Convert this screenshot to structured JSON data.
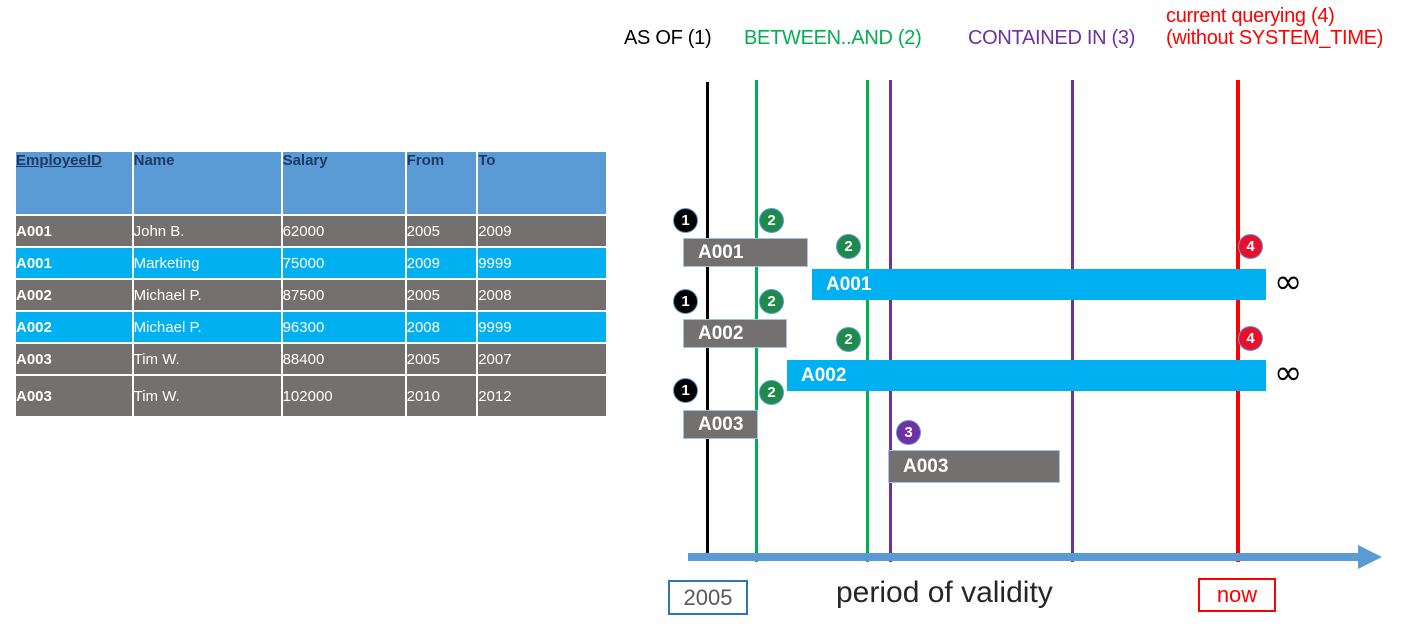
{
  "table": {
    "name": "employee-temporal-table",
    "columns": [
      "EmployeeID",
      "Name",
      "Salary",
      "From",
      "To"
    ],
    "rows": [
      {
        "style": "gray",
        "cells": [
          "A001",
          "John  B.",
          "62000",
          "2005",
          "2009"
        ]
      },
      {
        "style": "cyan",
        "cells": [
          "A001",
          "Marketing",
          "75000",
          "2009",
          "9999"
        ]
      },
      {
        "style": "gray",
        "cells": [
          "A002",
          "Michael P.",
          "87500",
          "2005",
          "2008"
        ]
      },
      {
        "style": "cyan",
        "cells": [
          "A002",
          "Michael P.",
          "96300",
          "2008",
          "9999"
        ]
      },
      {
        "style": "gray",
        "cells": [
          "A003",
          "Tim W.",
          "88400",
          "2005",
          "2007"
        ]
      },
      {
        "style": "gray",
        "cells": [
          "A003",
          "Tim W.",
          "102000",
          "2010",
          "2012"
        ]
      }
    ],
    "header_bg": "#5B9BD5",
    "header_fg": "#1F3864",
    "row_gray_bg": "#757070",
    "row_cyan_bg": "#00B0F0"
  },
  "legend": {
    "as_of": "AS OF (1)",
    "between_and": "BETWEEN..AND (2)",
    "contained_in": "CONTAINED IN (3)",
    "current_querying_line1": "current querying (4)",
    "current_querying_line2": "(without SYSTEM_TIME)",
    "colors": {
      "as_of": "#000000",
      "between_and": "#00B050",
      "contained_in": "#7030A0",
      "current_querying": "#FF0000"
    }
  },
  "timeline": {
    "bars": [
      {
        "label": "A001",
        "style": "gray"
      },
      {
        "label": "A001",
        "style": "cyan"
      },
      {
        "label": "A002",
        "style": "gray"
      },
      {
        "label": "A002",
        "style": "cyan"
      },
      {
        "label": "A003",
        "style": "gray"
      },
      {
        "label": "A003",
        "style": "gray"
      }
    ],
    "badges": [
      {
        "num": "1",
        "color": "black"
      },
      {
        "num": "2",
        "color": "green"
      },
      {
        "num": "2",
        "color": "green"
      },
      {
        "num": "1",
        "color": "black"
      },
      {
        "num": "2",
        "color": "green"
      },
      {
        "num": "2",
        "color": "green"
      },
      {
        "num": "1",
        "color": "black"
      },
      {
        "num": "2",
        "color": "green"
      },
      {
        "num": "3",
        "color": "purple"
      },
      {
        "num": "4",
        "color": "red"
      },
      {
        "num": "4",
        "color": "red"
      }
    ],
    "infinity_symbol": "∞",
    "axis_label": "period of validity",
    "start_label": "2005",
    "end_label": "now"
  }
}
